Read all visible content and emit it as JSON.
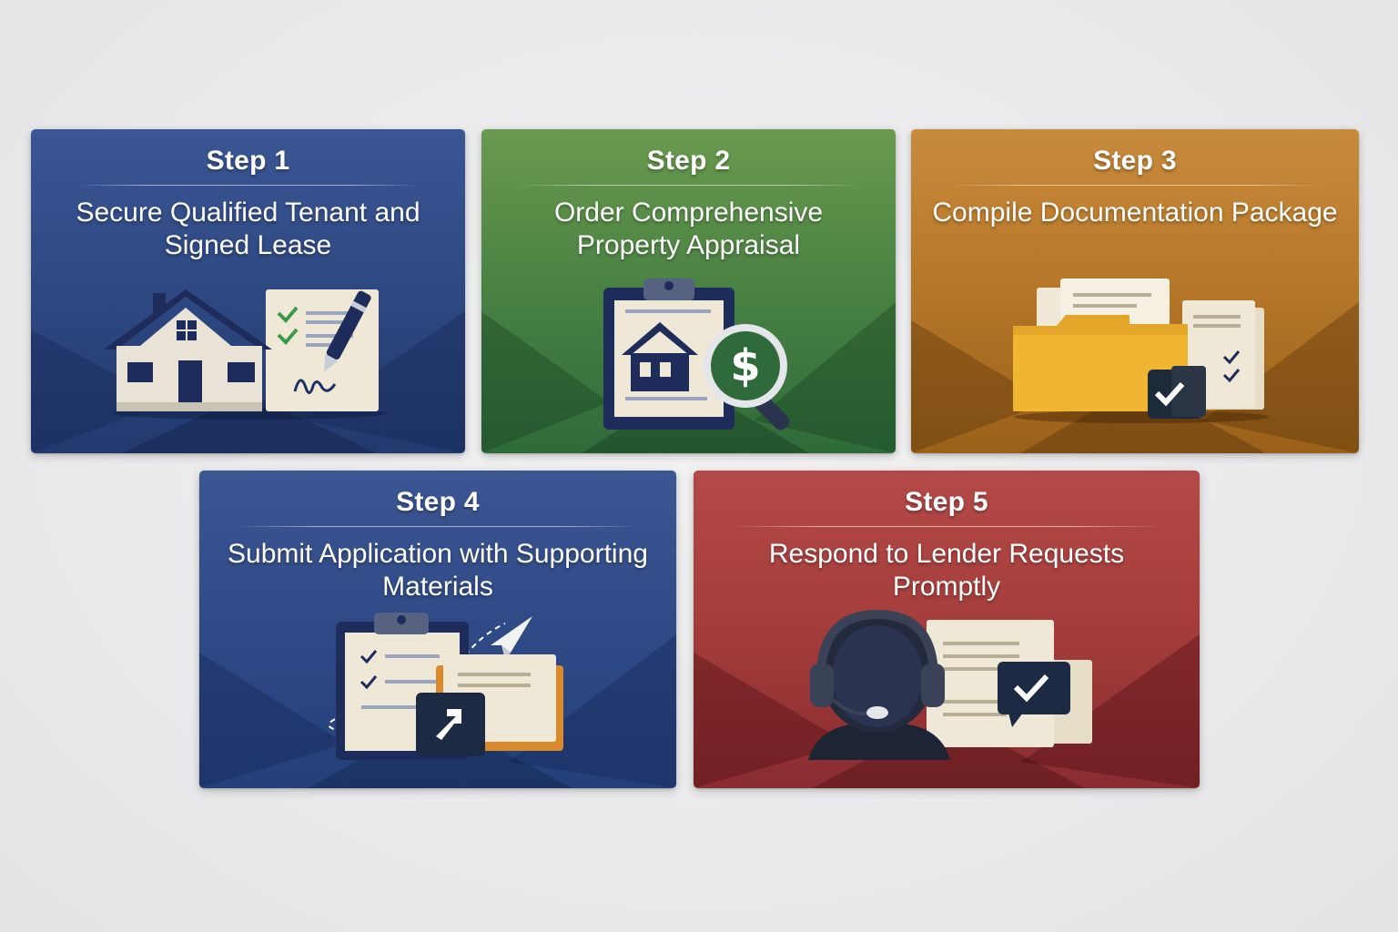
{
  "steps": [
    {
      "label": "Step 1",
      "title": "Secure Qualified Tenant and Signed Lease",
      "icon": "house-lease-icon",
      "color": "#2e4882"
    },
    {
      "label": "Step 2",
      "title": "Order Comprehensive Property Appraisal",
      "icon": "appraisal-magnifier-icon",
      "color": "#4c8444"
    },
    {
      "label": "Step 3",
      "title": "Compile Documentation Package",
      "icon": "documents-folder-icon",
      "color": "#b8782a"
    },
    {
      "label": "Step 4",
      "title": "Submit Application with Supporting Materials",
      "icon": "submit-application-icon",
      "color": "#2f4a86"
    },
    {
      "label": "Step 5",
      "title": "Respond to Lender Requests Promptly",
      "icon": "support-headset-icon",
      "color": "#a53e3c"
    }
  ]
}
